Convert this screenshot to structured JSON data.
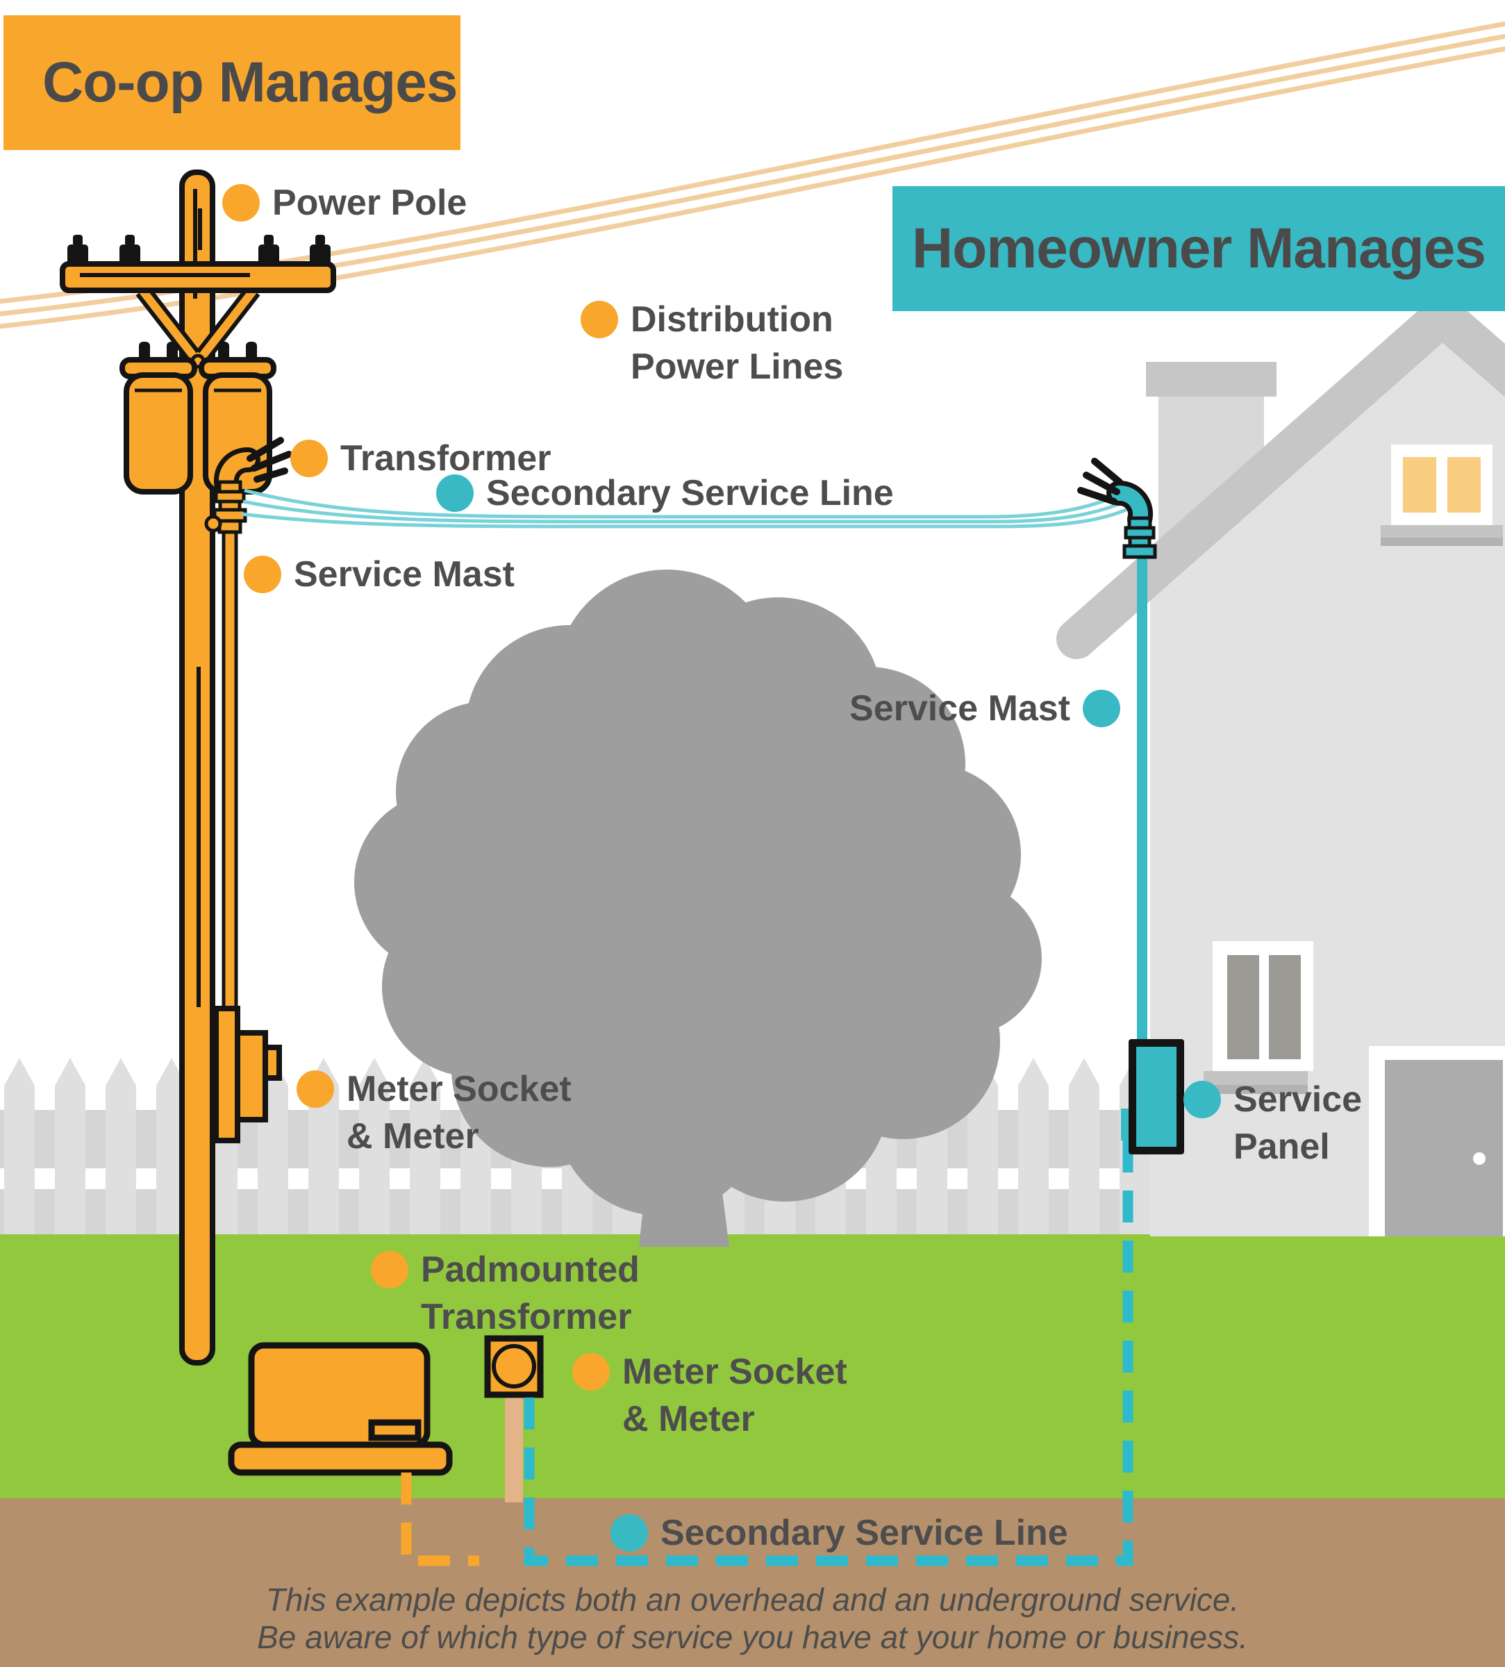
{
  "banners": {
    "coop": "Co-op Manages",
    "homeowner": "Homeowner Manages"
  },
  "labels": {
    "power_pole": {
      "text": "Power Pole"
    },
    "distribution": {
      "line1": "Distribution",
      "line2": "Power Lines"
    },
    "transformer": {
      "text": "Transformer"
    },
    "secondary_overhead": {
      "text": "Secondary Service Line"
    },
    "service_mast_coop": {
      "text": "Service Mast"
    },
    "meter_pole": {
      "line1": "Meter Socket",
      "line2": "& Meter"
    },
    "padmounted": {
      "line1": "Padmounted",
      "line2": "Transformer"
    },
    "meter_ground": {
      "line1": "Meter Socket",
      "line2": "& Meter"
    },
    "secondary_underground": {
      "text": "Secondary Service Line"
    },
    "service_mast_homeowner": {
      "text": "Service Mast"
    },
    "service_panel": {
      "line1": "Service",
      "line2": "Panel"
    }
  },
  "footer": {
    "line1": "This example depicts both an overhead and an underground service.",
    "line2": "Be aware of which type of service you have at your home or business."
  },
  "colors": {
    "coop_orange": "#F9A72C",
    "homeowner_teal": "#38B9C4",
    "pale_line_orange": "#F2CE9E",
    "label_text": "#4D4D4D",
    "grass_green": "#92C83E",
    "soil_brown": "#B4916C",
    "house_gray": "#E2E2E2",
    "roof_gray": "#C6C6C6",
    "tree_gray": "#9E9E9E"
  }
}
